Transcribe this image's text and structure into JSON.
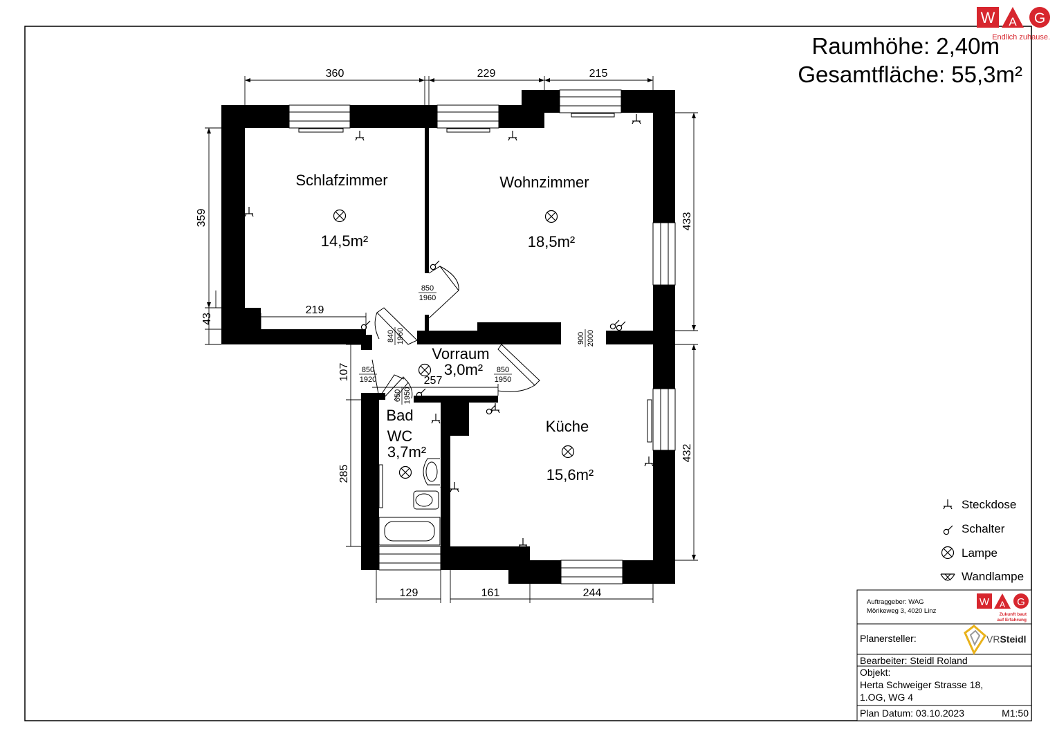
{
  "header": {
    "room_height": "Raumhöhe: 2,40m",
    "total_area": "Gesamtfläche: 55,3m²"
  },
  "brand": {
    "logo_letters": [
      "W",
      "A",
      "G"
    ],
    "tagline": "Endlich zuhause.",
    "color": "#d7262e"
  },
  "rooms": [
    {
      "name": "Schlafzimmer",
      "area": "14,5m²"
    },
    {
      "name": "Wohnzimmer",
      "area": "18,5m²"
    },
    {
      "name": "Vorraum",
      "area": "3,0m²"
    },
    {
      "name": "Bad",
      "name2": "WC",
      "area": "3,7m²"
    },
    {
      "name": "Küche",
      "area": "15,6m²"
    }
  ],
  "dimensions": {
    "top_1": "360",
    "top_2": "229",
    "top_3": "215",
    "left_1": "359",
    "left_2": "43",
    "left_3": "107",
    "left_4": "285",
    "right_1": "433",
    "right_2": "432",
    "bottom_1": "129",
    "bottom_2": "161",
    "bottom_3": "244",
    "inner_1": "219",
    "inner_2": "257"
  },
  "doors": [
    {
      "w": "850",
      "h": "1960"
    },
    {
      "w": "840",
      "h": "1960"
    },
    {
      "w": "900",
      "h": "2000"
    },
    {
      "w": "850",
      "h": "1920"
    },
    {
      "w": "850",
      "h": "1950"
    },
    {
      "w": "650",
      "h": "1950"
    }
  ],
  "legend": {
    "items": [
      "Steckdose",
      "Schalter",
      "Lampe",
      "Wandlampe"
    ]
  },
  "title_block": {
    "client_line1": "Auftraggeber: WAG",
    "client_line2": "Mörikeweg 3, 4020 Linz",
    "wag_slogan1": "Zukunft baut",
    "wag_slogan2": "auf Erfahrung",
    "planner_label": "Planersteller:",
    "planner_logo_a": "VR",
    "planner_logo_b": "Steidl",
    "editor": "Bearbeiter: Steidl Roland",
    "object_label": "Objekt:",
    "object_line1": "Herta Schweiger Strasse 18,",
    "object_line2": "1.OG, WG 4",
    "plan_date": "Plan Datum: 03.10.2023",
    "scale": "M1:50"
  }
}
